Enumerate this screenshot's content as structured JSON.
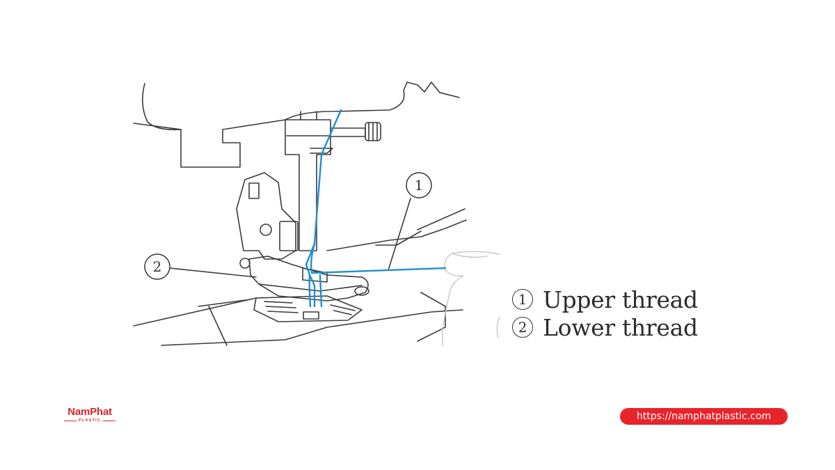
{
  "diagram": {
    "callouts": [
      {
        "number": "①",
        "label": "Upper thread"
      },
      {
        "number": "②",
        "label": "Lower thread"
      }
    ],
    "thread_color": "#1f8fd0",
    "line_color": "#3a3a3a"
  },
  "footer": {
    "logo_main": "NamPhat",
    "logo_sub": "PLASTIC",
    "url": "https://namphatplastic.com",
    "brand_color": "#e8242b"
  }
}
